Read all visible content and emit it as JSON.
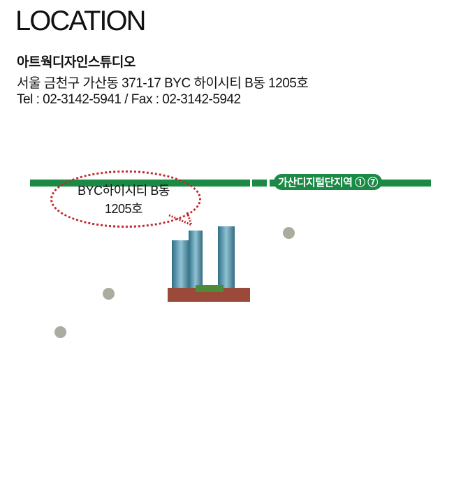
{
  "header": {
    "title": "LOCATION"
  },
  "info": {
    "company": "아트웍디자인스튜디오",
    "address": "서울 금천구 가산동 371-17 BYC 하이시티 B동 1205호",
    "contact": "Tel : 02-3142-5941  /  Fax : 02-3142-5942"
  },
  "map": {
    "station": "가산디지털단지역 ① ⑦",
    "bubble_line1": "BYC하이시티 B동",
    "bubble_line2": "1205호",
    "line_color": "#1a8a45",
    "bubble_color": "#c0282c"
  }
}
